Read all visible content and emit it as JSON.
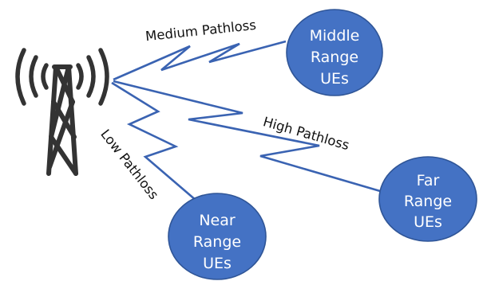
{
  "diagram": {
    "tower": {
      "icon": "cell-tower-icon"
    },
    "links": {
      "medium": {
        "label": "Medium Pathloss"
      },
      "high": {
        "label": "High Pathloss"
      },
      "low": {
        "label": "Low Pathloss"
      }
    },
    "nodes": {
      "middle": {
        "lines": [
          "Middle",
          "Range",
          "UEs"
        ]
      },
      "far": {
        "lines": [
          "Far",
          "Range",
          "UEs"
        ]
      },
      "near": {
        "lines": [
          "Near",
          "Range",
          "UEs"
        ]
      }
    },
    "colors": {
      "node_fill": "#4472c4",
      "node_border": "#2f5597",
      "link_stroke": "#3a63b2",
      "tower_stroke": "#333333"
    }
  }
}
